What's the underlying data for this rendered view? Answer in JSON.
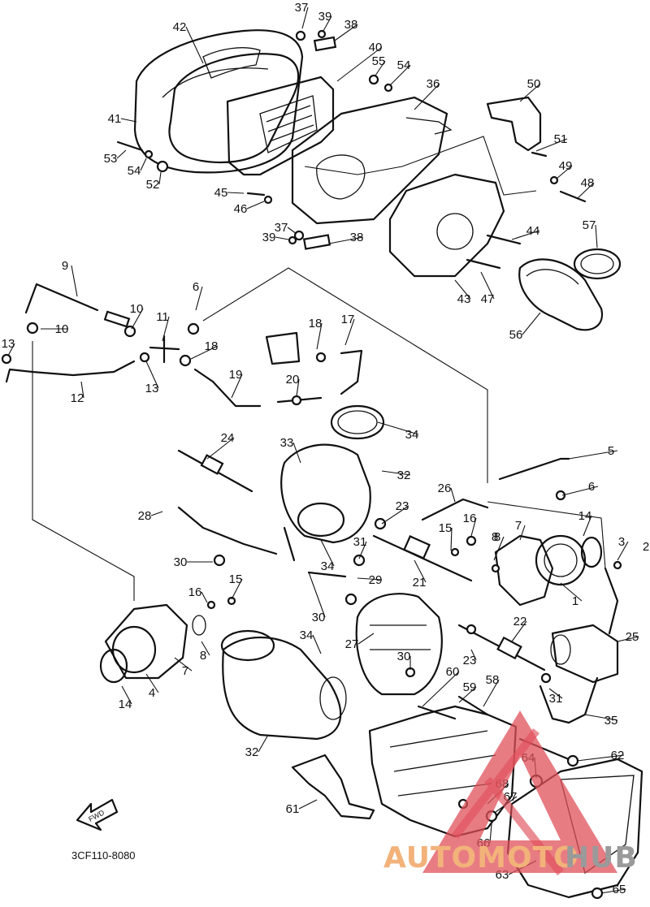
{
  "diagram": {
    "code": "3CF110-8080",
    "fwd_label": "FWD",
    "parts": [
      {
        "n": "1"
      },
      {
        "n": "2"
      },
      {
        "n": "3"
      },
      {
        "n": "4"
      },
      {
        "n": "5"
      },
      {
        "n": "6"
      },
      {
        "n": "6"
      },
      {
        "n": "7"
      },
      {
        "n": "7"
      },
      {
        "n": "8"
      },
      {
        "n": "8"
      },
      {
        "n": "8"
      },
      {
        "n": "9"
      },
      {
        "n": "10"
      },
      {
        "n": "10"
      },
      {
        "n": "11"
      },
      {
        "n": "12"
      },
      {
        "n": "13"
      },
      {
        "n": "13"
      },
      {
        "n": "14"
      },
      {
        "n": "14"
      },
      {
        "n": "15"
      },
      {
        "n": "15"
      },
      {
        "n": "16"
      },
      {
        "n": "16"
      },
      {
        "n": "17"
      },
      {
        "n": "18"
      },
      {
        "n": "18"
      },
      {
        "n": "19"
      },
      {
        "n": "20"
      },
      {
        "n": "21"
      },
      {
        "n": "22"
      },
      {
        "n": "23"
      },
      {
        "n": "23"
      },
      {
        "n": "24"
      },
      {
        "n": "25"
      },
      {
        "n": "26"
      },
      {
        "n": "27"
      },
      {
        "n": "28"
      },
      {
        "n": "29"
      },
      {
        "n": "30"
      },
      {
        "n": "30"
      },
      {
        "n": "30"
      },
      {
        "n": "31"
      },
      {
        "n": "31"
      },
      {
        "n": "32"
      },
      {
        "n": "32"
      },
      {
        "n": "33"
      },
      {
        "n": "34"
      },
      {
        "n": "34"
      },
      {
        "n": "34"
      },
      {
        "n": "35"
      },
      {
        "n": "36"
      },
      {
        "n": "37"
      },
      {
        "n": "37"
      },
      {
        "n": "38"
      },
      {
        "n": "38"
      },
      {
        "n": "39"
      },
      {
        "n": "39"
      },
      {
        "n": "40"
      },
      {
        "n": "41"
      },
      {
        "n": "42"
      },
      {
        "n": "43"
      },
      {
        "n": "44"
      },
      {
        "n": "45"
      },
      {
        "n": "46"
      },
      {
        "n": "47"
      },
      {
        "n": "48"
      },
      {
        "n": "49"
      },
      {
        "n": "50"
      },
      {
        "n": "51"
      },
      {
        "n": "52"
      },
      {
        "n": "53"
      },
      {
        "n": "54"
      },
      {
        "n": "54"
      },
      {
        "n": "55"
      },
      {
        "n": "56"
      },
      {
        "n": "57"
      },
      {
        "n": "58"
      },
      {
        "n": "59"
      },
      {
        "n": "60"
      },
      {
        "n": "61"
      },
      {
        "n": "62"
      },
      {
        "n": "63"
      },
      {
        "n": "64"
      },
      {
        "n": "65"
      },
      {
        "n": "66"
      },
      {
        "n": "67"
      },
      {
        "n": "68"
      }
    ]
  },
  "watermark": {
    "text_a": "AUTOMOTO",
    "text_b": "HUB",
    "color_a": "#f2b27a",
    "color_b": "#9a9a9a",
    "logo_color": "#e0505a"
  }
}
